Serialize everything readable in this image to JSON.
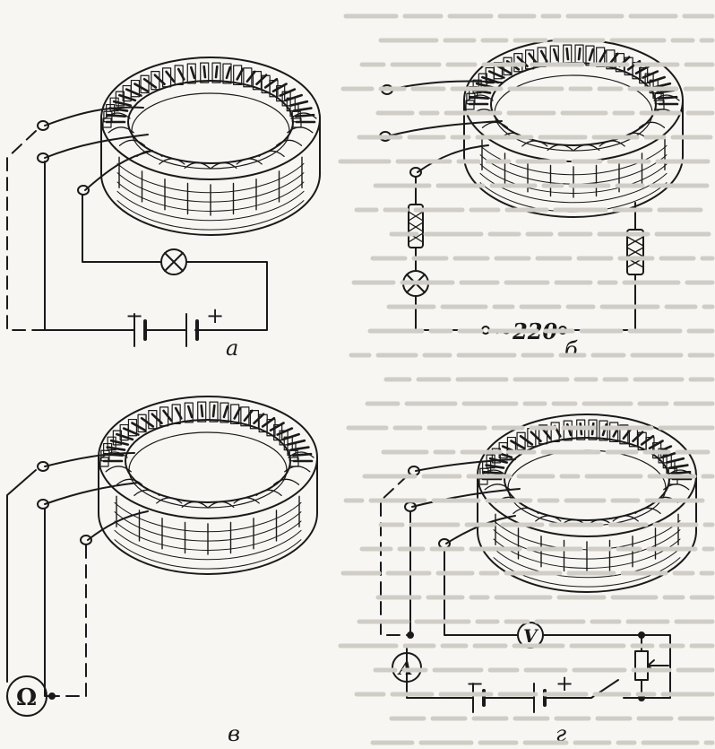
{
  "panels": {
    "a": {
      "label": "а"
    },
    "b": {
      "label": "б",
      "voltage": "~220"
    },
    "c": {
      "label": "в",
      "meter": "Ω"
    },
    "d": {
      "label": "г",
      "voltmeter": "V",
      "ammeter": "A"
    }
  },
  "battery": {
    "minus": "−",
    "plus": "+"
  },
  "colors": {
    "ink": "#1a1a1a",
    "paper": "#f7f6f2",
    "bleed": "#cfcdc6"
  }
}
